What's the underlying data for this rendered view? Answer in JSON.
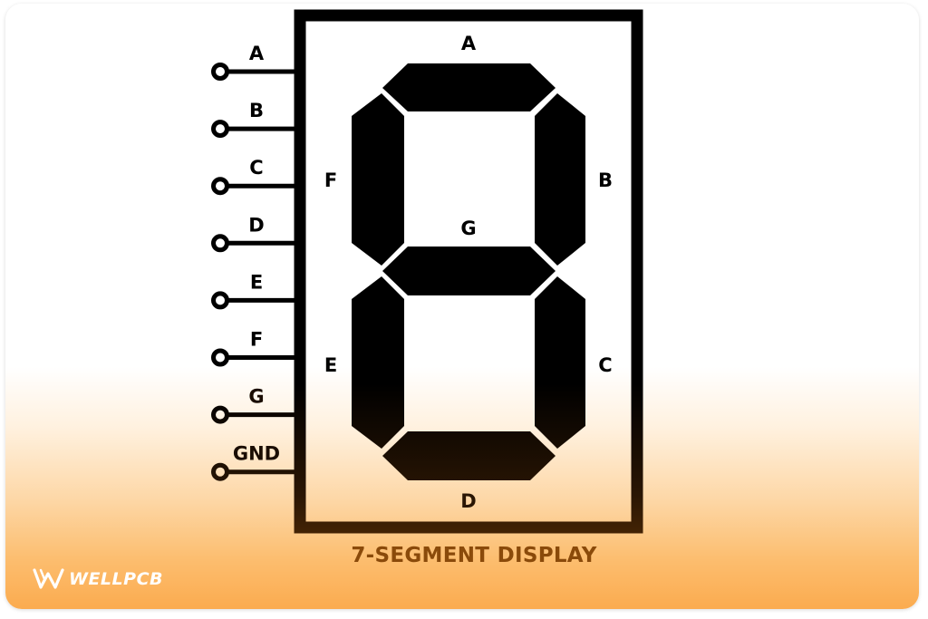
{
  "diagram": {
    "caption": "7-SEGMENT DISPLAY",
    "segment_labels": {
      "a": "A",
      "b": "B",
      "c": "C",
      "d": "D",
      "e": "E",
      "f": "F",
      "g": "G"
    },
    "pins": [
      "A",
      "B",
      "C",
      "D",
      "E",
      "F",
      "G",
      "GND"
    ]
  },
  "logo": {
    "text": "WELLPCB"
  },
  "colors": {
    "ink": "#000000",
    "caption": "#8a4a0a",
    "gradient_bottom": "#fbab4f",
    "logo": "#ffffff"
  }
}
